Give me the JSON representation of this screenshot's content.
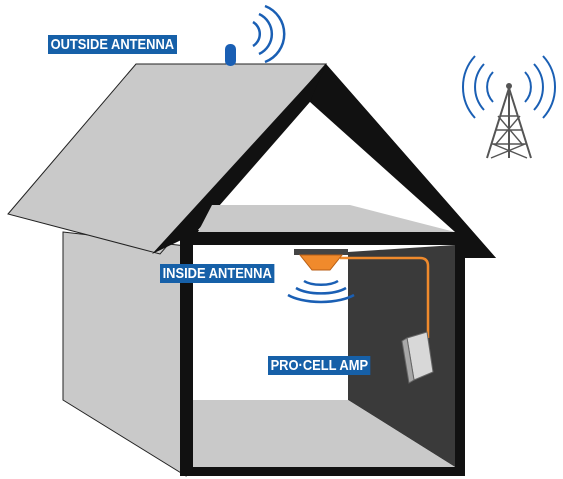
{
  "labels": {
    "outside_antenna": "OUTSIDE ANTENNA",
    "inside_antenna": "INSIDE ANTENNA",
    "pro_cell_amp": "PRO·CELL AMP"
  },
  "colors": {
    "label_bg": "#1660a8",
    "signal_waves": "#1a5fb4",
    "roof_gray": "#c9c9c9",
    "dark_wall": "#3a3a3a",
    "inside_antenna": "#f08a2c",
    "cable": "#f08a2c",
    "amp": "#d8d8d8",
    "tower": "#555555"
  },
  "icons": [
    "outside-antenna-icon",
    "cell-tower-icon",
    "inside-antenna-icon",
    "amplifier-icon",
    "signal-waves-icon"
  ]
}
